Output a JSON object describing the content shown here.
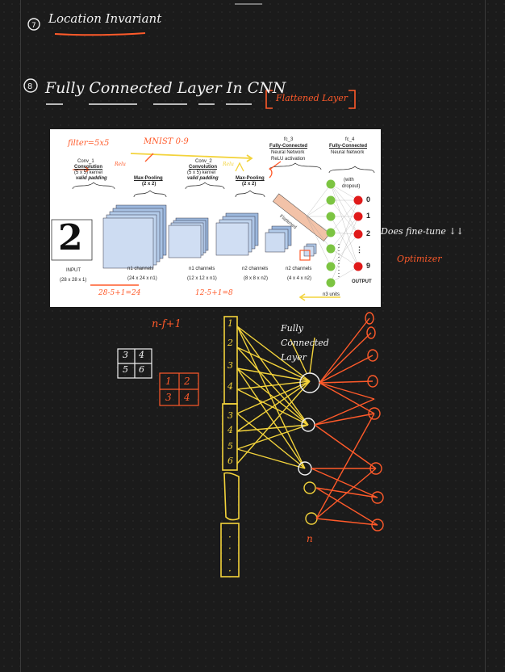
{
  "notes": {
    "item_a": "Location Invariant",
    "item_b": "Fully Connected Layer In CNN",
    "item_b_tag": "Flattened Layer"
  },
  "diagram": {
    "filter_note": "filter=5x5",
    "dataset_note": "MNIST 0-9",
    "conv1": [
      "Conv_1",
      "Convolution",
      "(5 x 5) kernel",
      "valid padding"
    ],
    "conv1_relu": "Relu",
    "pool1": [
      "Max-Pooling",
      "(2 x 2)"
    ],
    "conv2": [
      "Conv_2",
      "Convolution",
      "(5 x 5) kernel",
      "valid padding"
    ],
    "conv2_relu": "Relu",
    "pool2": [
      "Max-Pooling",
      "(2 x 2)"
    ],
    "fc3": [
      "fc_3",
      "Fully-Connected",
      "Neural Network",
      "ReLU activation"
    ],
    "fc4": [
      "fc_4",
      "Fully-Connected",
      "Neural Network"
    ],
    "dropout": [
      "(with",
      "dropout)"
    ],
    "flattened": "Flattened",
    "input_digit": "2",
    "labels": [
      {
        "name": "INPUT",
        "dims": "(28 x 28 x 1)"
      },
      {
        "name": "n1 channels",
        "dims": "(24 x 24 x n1)"
      },
      {
        "name": "n1 channels",
        "dims": "(12 x 12 x n1)"
      },
      {
        "name": "n2 channels",
        "dims": "(8 x 8 x n2)"
      },
      {
        "name": "n2 channels",
        "dims": "(4 x 4 x n2)"
      }
    ],
    "output_classes": [
      "0",
      "1",
      "2",
      "⋮",
      "9"
    ],
    "output_label": "OUTPUT",
    "n3_units": "n3 units",
    "calc1": "28-5+1=24",
    "calc2": "12-5+1=8"
  },
  "side_notes": {
    "does_this": "Does fine-tune ↓↓",
    "optimizer": "Optimizer"
  },
  "sketch": {
    "formula": "n-f+1",
    "grid1": [
      "3",
      "4",
      "5",
      "6"
    ],
    "grid2": [
      "1",
      "2",
      "3",
      "4"
    ],
    "column_top": [
      "1",
      "2",
      "3",
      "4"
    ],
    "column_mid": [
      "3",
      "4",
      "5",
      "6"
    ],
    "column_dots": [
      "·",
      "·",
      "·",
      "·"
    ],
    "fc_label": "Fully Connected Layer",
    "neuron_bottom_label": "n"
  },
  "colors": {
    "background": "#1b1b1b",
    "pen_white": "#f1f1f1",
    "pen_orange": "#ff5a2a",
    "pen_yellow": "#f3d33b",
    "node_green": "#7cc442",
    "node_red": "#e01a1a"
  }
}
